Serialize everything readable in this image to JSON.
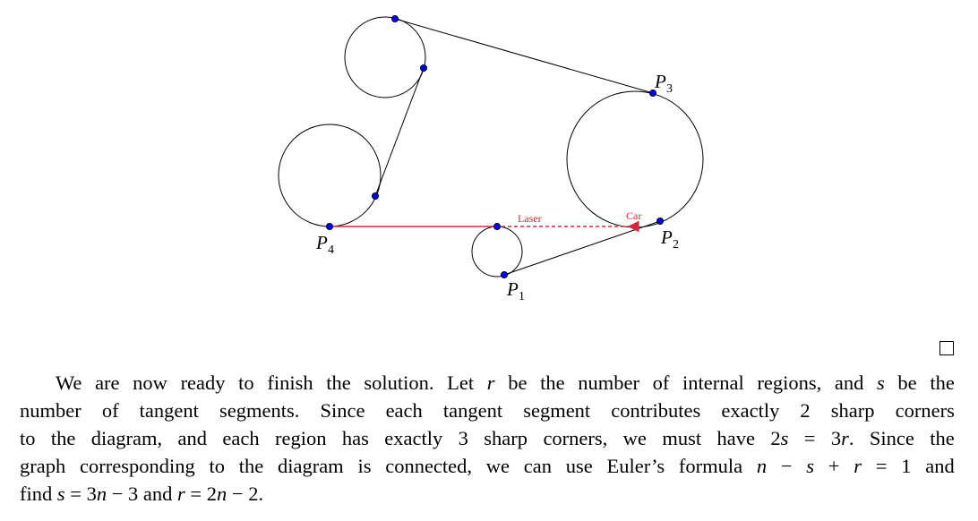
{
  "diagram": {
    "labels": {
      "p1": "P",
      "p1_sub": "1",
      "p2": "P",
      "p2_sub": "2",
      "p3": "P",
      "p3_sub": "3",
      "p4": "P",
      "p4_sub": "4"
    },
    "laser_label": "Laser",
    "car_label": "Car",
    "colors": {
      "point": "#0000ee",
      "laser": "#d42a3a",
      "curve": "#000000"
    }
  },
  "paragraph": {
    "lines": [
      [
        {
          "t": "We are now ready to finish the solution. Let "
        },
        {
          "t": "r",
          "m": 1
        },
        {
          "t": " be the number of internal regions, and "
        },
        {
          "t": "s",
          "m": 1
        },
        {
          "t": " be the"
        }
      ],
      [
        {
          "t": "number of tangent segments. Since each tangent segment contributes exactly 2 sharp corners"
        }
      ],
      [
        {
          "t": "to the diagram, and each region has exactly 3 sharp corners, we must have 2"
        },
        {
          "t": "s",
          "m": 1
        },
        {
          "t": " = 3"
        },
        {
          "t": "r",
          "m": 1
        },
        {
          "t": ". Since the"
        }
      ],
      [
        {
          "t": "graph corresponding to the diagram is connected, we can use Euler’s formula "
        },
        {
          "t": "n",
          "m": 1
        },
        {
          "t": " − "
        },
        {
          "t": "s",
          "m": 1
        },
        {
          "t": " + "
        },
        {
          "t": "r",
          "m": 1
        },
        {
          "t": " = 1 and"
        }
      ],
      [
        {
          "t": "find "
        },
        {
          "t": "s",
          "m": 1
        },
        {
          "t": " = 3"
        },
        {
          "t": "n",
          "m": 1
        },
        {
          "t": " − 3 and "
        },
        {
          "t": "r",
          "m": 1
        },
        {
          "t": " = 2"
        },
        {
          "t": "n",
          "m": 1
        },
        {
          "t": " − 2."
        }
      ]
    ]
  }
}
